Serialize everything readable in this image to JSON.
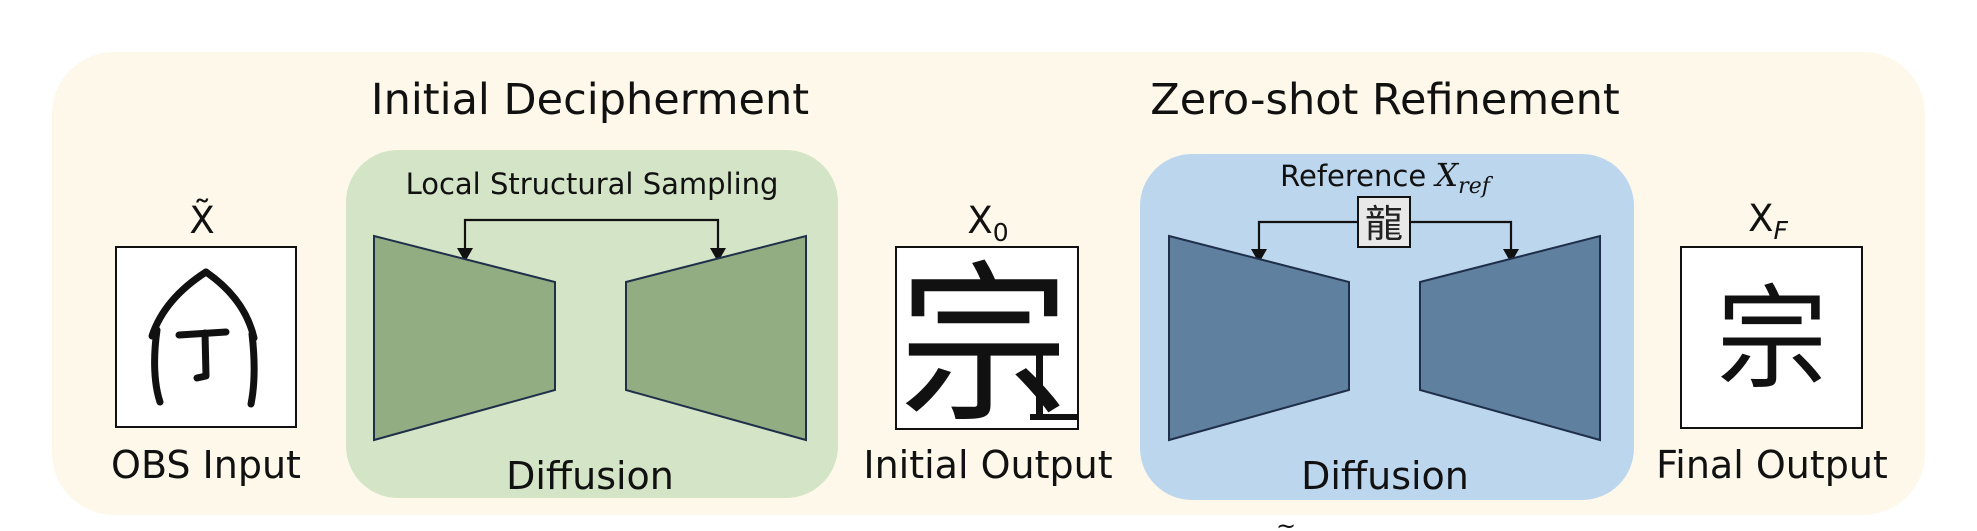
{
  "colors": {
    "panel_bg": "#fdf8e9",
    "diffusion_left_bg": "#d4e4c6",
    "diffusion_left_shape": "#93ad83",
    "diffusion_right_bg": "#bcd6ee",
    "diffusion_right_shape": "#60809f",
    "stroke": "#1f2f4a"
  },
  "sections": {
    "initial": "Initial Decipherment",
    "refine": "Zero-shot Refinement"
  },
  "inputs": {
    "obs_var": "X̃",
    "obs_label": "OBS Input",
    "initial_var": "X",
    "initial_sub": "0",
    "initial_label": "Initial Output",
    "final_var": "X",
    "final_sub": "F",
    "final_label": "Final Output"
  },
  "diffusion_left": {
    "caption": "Local Structural Sampling",
    "label": "Diffusion"
  },
  "diffusion_right": {
    "caption_prefix": "Reference",
    "caption_var": "X",
    "caption_sub": "ref",
    "ref_glyph": "龍",
    "label": "Diffusion"
  },
  "glyphs": {
    "initial": "宗",
    "final": "宗"
  },
  "stray_mark": "~",
  "icons": [
    "oracle-bone-glyph-icon",
    "arrow-down-icon"
  ]
}
